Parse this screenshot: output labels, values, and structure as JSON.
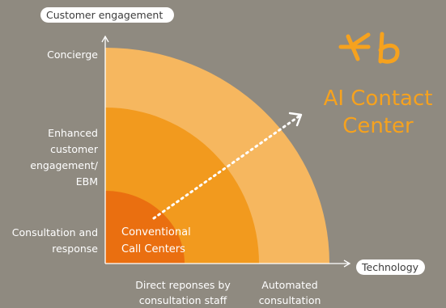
{
  "axes": {
    "y_label": "Customer engagement",
    "x_label": "Technology"
  },
  "y_levels": {
    "concierge": "Concierge",
    "enhanced": [
      "Enhanced",
      "customer",
      "engagement/",
      "EBM"
    ],
    "consultation": [
      "Consultation and",
      "response"
    ]
  },
  "x_levels": {
    "direct": [
      "Direct reponses by",
      "consultation staff"
    ],
    "automated": [
      "Automated",
      "consultation"
    ]
  },
  "inner_arc_label": [
    "Conventional",
    "Call Centers"
  ],
  "brand": {
    "logo_text": "Kb",
    "title": [
      "AI Contact",
      "Center"
    ]
  },
  "colors": {
    "background": "#8f8a80",
    "outer_arc": "#f6b75f",
    "middle_arc": "#f29a1e",
    "inner_arc": "#ea6f10",
    "brand": "#f6a21e",
    "axis": "#ffffff"
  }
}
